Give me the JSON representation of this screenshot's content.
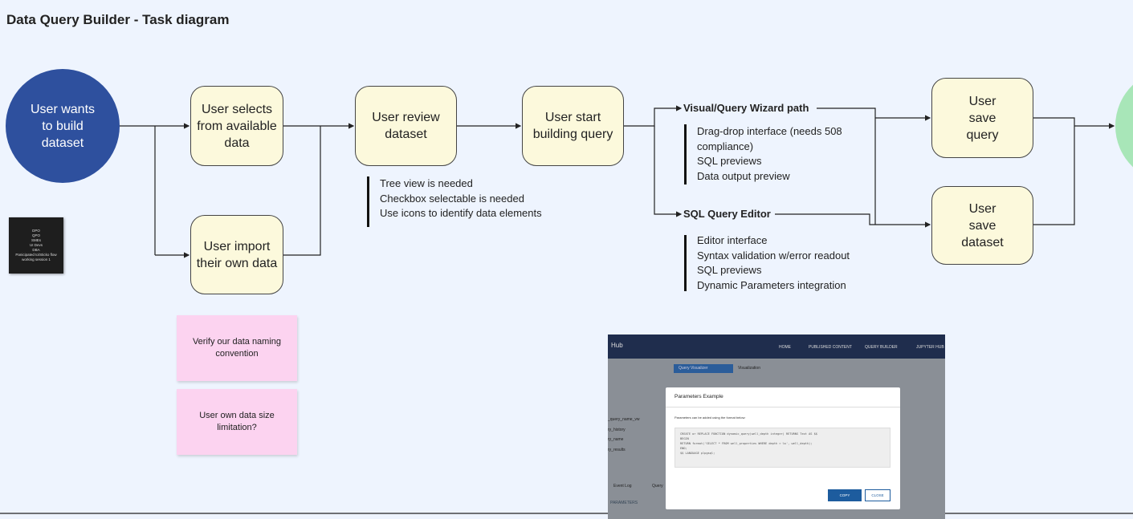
{
  "title": "Data Query Builder - Task diagram",
  "nodes": {
    "start": "User wants to build dataset",
    "select": "User selects from available data",
    "import": "User import their own data",
    "review": "User review dataset",
    "build": "User start building query",
    "save_query": "User save query",
    "save_dataset": "User save dataset"
  },
  "paths": {
    "visual": "Visual/Query Wizard path",
    "sql": "SQL Query Editor"
  },
  "notes": {
    "review": [
      "Tree view is needed",
      "Checkbox selectable is needed",
      "Use icons to identify data elements"
    ],
    "visual": [
      "Drag-drop interface (needs 508 compliance)",
      "SQL previews",
      "Data output preview"
    ],
    "sql": [
      "Editor interface",
      "Syntax validation w/error readout",
      "SQL previews",
      "Dynamic Parameters integration"
    ]
  },
  "stickies": {
    "naming": "Verify our data naming convention",
    "size": "User own data size limitation?",
    "black": [
      "DPO",
      "QPO",
      "SMEs",
      "UI Devs",
      "DBA",
      "Panicipated to/Sticko flow working session 1"
    ]
  },
  "colors": {
    "start_circle": "#2e509e",
    "end_circle": "#a8e6b8",
    "box_fill": "#fcf9dc",
    "sticky_pink": "#fcd3f0"
  },
  "screenshot": {
    "nav": [
      "Hub",
      "HOME",
      "PUBLISHED CONTENT",
      "QUERY BUILDER",
      "JUPYTER HUB"
    ],
    "tabs": [
      "Query Visualizer",
      "Visualization"
    ],
    "side_items": [
      "_query_name_vw",
      "ry_history",
      "ry_name",
      "ry_results"
    ],
    "bottom_tabs": [
      "Event Log",
      "Query"
    ],
    "params_button": "PARAMETERS",
    "dialog_title": "Parameters Example",
    "dialog_text": "Parameters can be added using the format below:",
    "code": [
      "CREATE or REPLACE FUNCTION dynamic_query(well_depth integer) RETURNS Text AS $$",
      "BEGIN",
      "   RETURN format('SELECT * FROM well_properties WHERE depth > %s', well_depth);",
      "END;",
      "$$ LANGUAGE plpgsql;"
    ],
    "copy": "COPY",
    "close": "CLOSE"
  }
}
